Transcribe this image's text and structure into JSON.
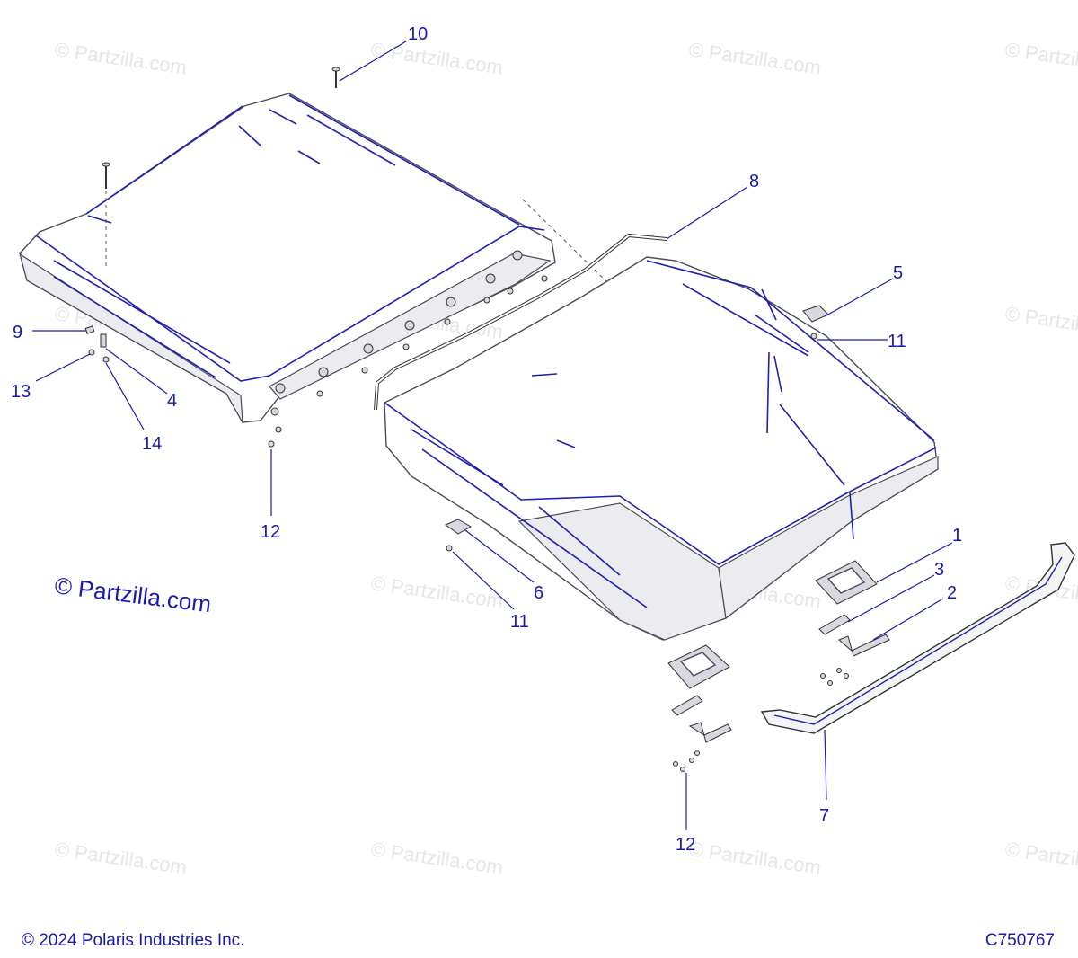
{
  "watermark_text": "© Partzilla.com",
  "callouts": [
    {
      "id": "c1",
      "label": "1"
    },
    {
      "id": "c2",
      "label": "2"
    },
    {
      "id": "c3",
      "label": "3"
    },
    {
      "id": "c4",
      "label": "4"
    },
    {
      "id": "c5",
      "label": "5"
    },
    {
      "id": "c6",
      "label": "6"
    },
    {
      "id": "c7",
      "label": "7"
    },
    {
      "id": "c8",
      "label": "8"
    },
    {
      "id": "c9",
      "label": "9"
    },
    {
      "id": "c10",
      "label": "10"
    },
    {
      "id": "c11a",
      "label": "11"
    },
    {
      "id": "c11b",
      "label": "11"
    },
    {
      "id": "c12a",
      "label": "12"
    },
    {
      "id": "c12b",
      "label": "12"
    },
    {
      "id": "c13",
      "label": "13"
    },
    {
      "id": "c14",
      "label": "14"
    }
  ],
  "footer": {
    "copyright": "© 2024 Polaris Industries Inc.",
    "diagram_id": "C750767"
  },
  "colors": {
    "callout": "#1a1ab0",
    "outline": "#2020b0",
    "watermark": "#e6e6e6"
  }
}
